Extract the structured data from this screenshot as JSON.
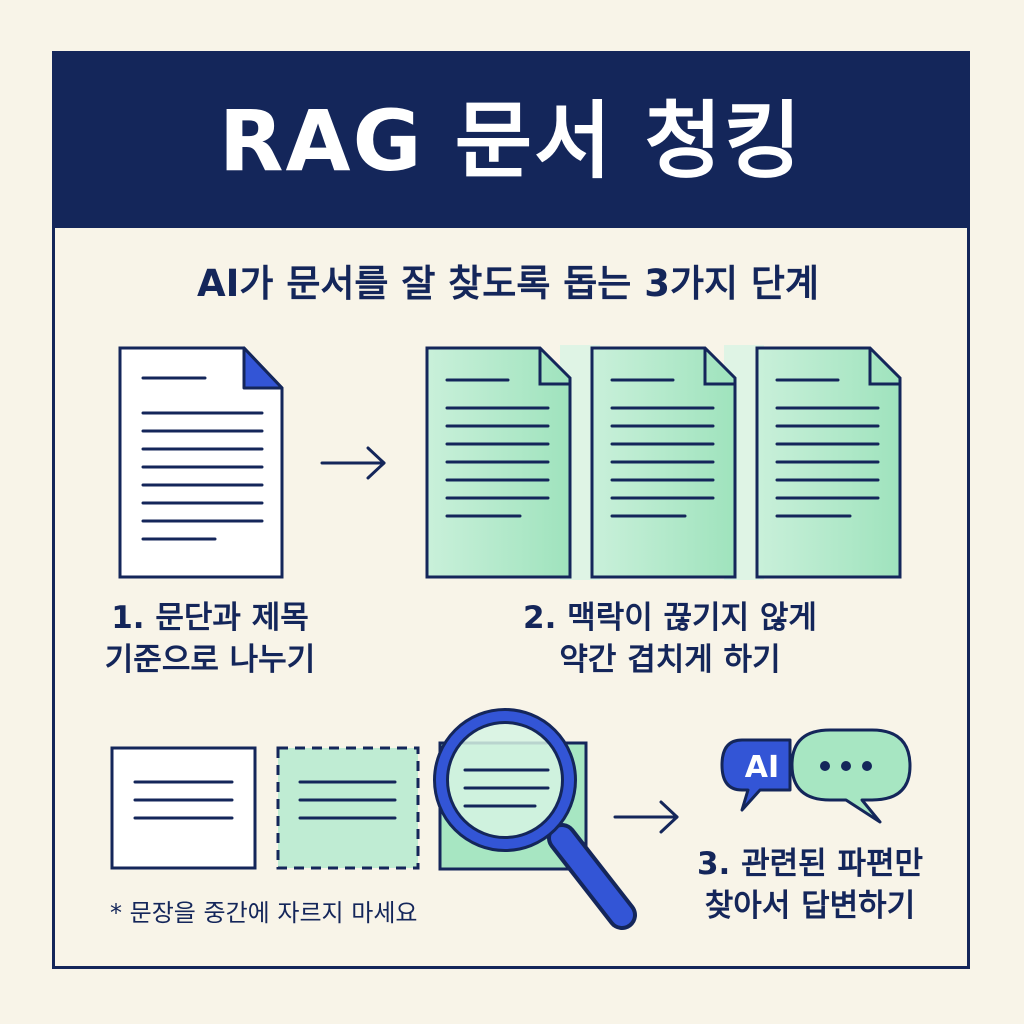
{
  "title": "RAG 문서 청킹",
  "subtitle": "AI가 문서를 잘 찾도록 돕는 3가지 단계",
  "steps": [
    {
      "line1": "1. 문단과 제목",
      "line2": "기준으로 나누기"
    },
    {
      "line1": "2. 맥락이 끊기지 않게",
      "line2": "약간 겹치게 하기"
    },
    {
      "line1": "3. 관련된 파편만",
      "line2": "찾아서 답변하기"
    }
  ],
  "note": "* 문장을 중간에 자르지 마세요",
  "badge": {
    "text": "AI",
    "dots": "•••"
  },
  "colors": {
    "navy": "#14265a",
    "background": "#f8f4e8",
    "green": "#a7e6c2",
    "blue": "#3355d6"
  },
  "icons": [
    "document-icon",
    "arrow-right-icon",
    "chunk-document-icon",
    "magnifier-icon",
    "chat-bubble-icon"
  ]
}
